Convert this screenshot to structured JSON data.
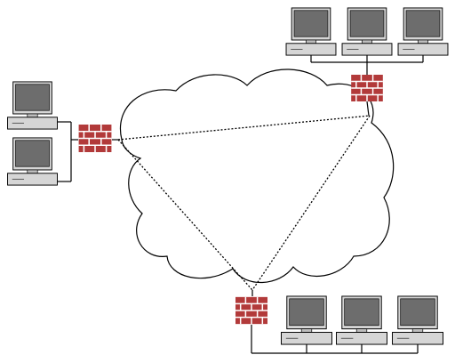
{
  "diagram": {
    "type": "network-topology",
    "cloud": {
      "name": "shared-network-cloud",
      "fill": "#ffffff",
      "stroke": "#000000"
    },
    "tunnel_style": {
      "pattern": "dotted",
      "color": "#000000"
    },
    "colors": {
      "wire": "#000000",
      "monitor_screen": "#6d6d6d",
      "monitor_body": "#cfcfcf",
      "firewall_brick": "#b23a3a",
      "firewall_mortar": "#ffffff"
    },
    "sites": [
      {
        "id": "site-west",
        "firewall_icon": "brick-firewall-icon",
        "computers": 2,
        "computer_icon": "desktop-computer-icon"
      },
      {
        "id": "site-northeast",
        "firewall_icon": "brick-firewall-icon",
        "computers": 3,
        "computer_icon": "desktop-computer-icon"
      },
      {
        "id": "site-south",
        "firewall_icon": "brick-firewall-icon",
        "computers": 3,
        "computer_icon": "desktop-computer-icon"
      }
    ],
    "tunnels": [
      {
        "from": "site-west",
        "to": "site-northeast"
      },
      {
        "from": "site-west",
        "to": "site-south"
      },
      {
        "from": "site-northeast",
        "to": "site-south"
      }
    ]
  }
}
